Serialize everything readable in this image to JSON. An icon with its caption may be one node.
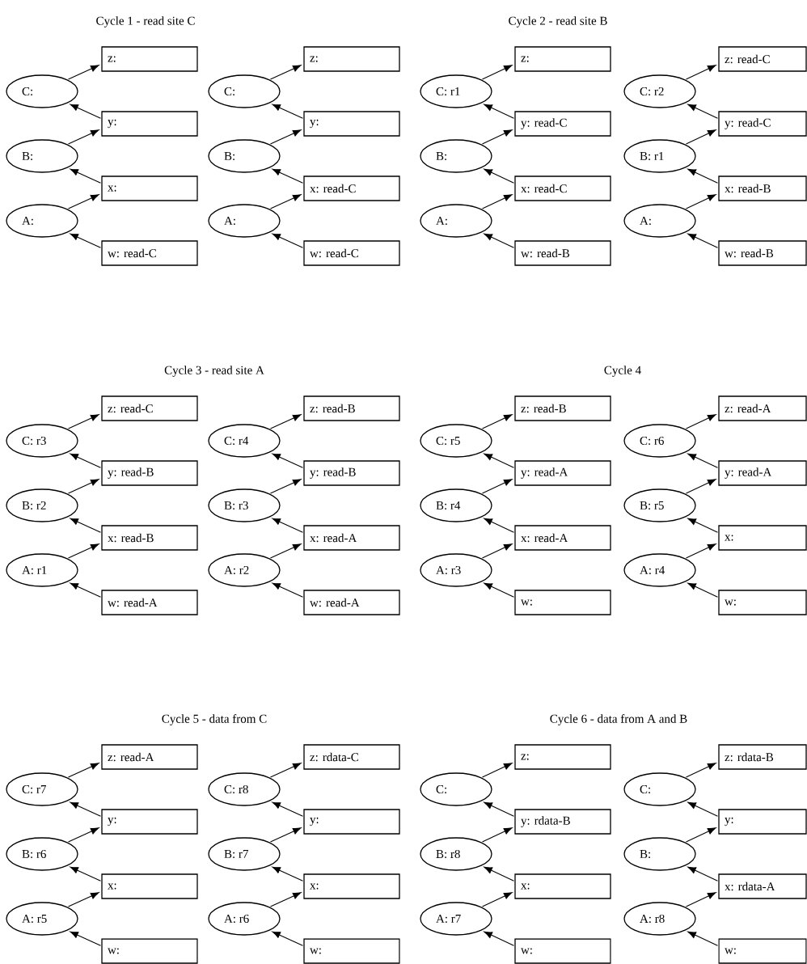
{
  "diagram": {
    "nodes": [
      {
        "text": [
          "z:"
        ]
      },
      {
        "text": [
          "C:"
        ]
      },
      {
        "text": [
          "y:"
        ]
      },
      {
        "text": [
          "B:"
        ]
      },
      {
        "text": [
          "x:"
        ]
      },
      {
        "text": [
          "A:"
        ]
      },
      {
        "text": [
          "w: read-C"
        ]
      },
      {
        "text": [
          "z:"
        ]
      },
      {
        "text": [
          "C:"
        ]
      },
      {
        "text": [
          "y:"
        ]
      },
      {
        "text": [
          "B:"
        ]
      },
      {
        "text": [
          "x: read-C"
        ]
      },
      {
        "text": [
          "A:"
        ]
      },
      {
        "text": [
          "w: read-C"
        ]
      },
      {
        "text": [
          "z:"
        ]
      },
      {
        "text": [
          "C: r1"
        ]
      },
      {
        "text": [
          "y: read-C"
        ]
      },
      {
        "text": [
          "B:"
        ]
      },
      {
        "text": [
          "x: read-C"
        ]
      },
      {
        "text": [
          "A:"
        ]
      },
      {
        "text": [
          "w: read-B"
        ]
      },
      {
        "text": [
          "z: read-C"
        ]
      },
      {
        "text": [
          "C: r2"
        ]
      },
      {
        "text": [
          "y: read-C"
        ]
      },
      {
        "text": [
          "B: r1"
        ]
      },
      {
        "text": [
          "x: read-B"
        ]
      },
      {
        "text": [
          "A:"
        ]
      },
      {
        "text": [
          "w: read-B"
        ]
      },
      {
        "text": [
          "z: read-C"
        ]
      },
      {
        "text": [
          "C: r3"
        ]
      },
      {
        "text": [
          "y: read-B"
        ]
      },
      {
        "text": [
          "B: r2"
        ]
      },
      {
        "text": [
          "x: read-B"
        ]
      },
      {
        "text": [
          "A: r1"
        ]
      },
      {
        "text": [
          "w: read-A"
        ]
      },
      {
        "text": [
          "z: read-B"
        ]
      },
      {
        "text": [
          "C: r4"
        ]
      },
      {
        "text": [
          "y: read-B"
        ]
      },
      {
        "text": [
          "B: r3"
        ]
      },
      {
        "text": [
          "x: read-A"
        ]
      },
      {
        "text": [
          "A: r2"
        ]
      },
      {
        "text": [
          "w: read-A"
        ]
      },
      {
        "text": [
          "z: read-B"
        ]
      },
      {
        "text": [
          "C: r5"
        ]
      },
      {
        "text": [
          "y: read-A"
        ]
      },
      {
        "text": [
          "B: r4"
        ]
      },
      {
        "text": [
          "x: read-A"
        ]
      },
      {
        "text": [
          "A: r3"
        ]
      },
      {
        "text": [
          "w:"
        ]
      },
      {
        "text": [
          "z: read-A"
        ]
      },
      {
        "text": [
          "C: r6"
        ]
      },
      {
        "text": [
          "y: read-A"
        ]
      },
      {
        "text": [
          "B: r5"
        ]
      },
      {
        "text": [
          "x:"
        ]
      },
      {
        "text": [
          "A: r4"
        ]
      },
      {
        "text": [
          "w:"
        ]
      },
      {
        "text": [
          "z: read-A"
        ]
      },
      {
        "text": [
          "C: r7"
        ]
      },
      {
        "text": [
          "y:"
        ]
      },
      {
        "text": [
          "B: r6"
        ]
      },
      {
        "text": [
          "x:"
        ]
      },
      {
        "text": [
          "A: r5"
        ]
      },
      {
        "text": [
          "w:"
        ]
      },
      {
        "text": [
          "z: rdata-C"
        ]
      },
      {
        "text": [
          "C: r8"
        ]
      },
      {
        "text": [
          "y:"
        ]
      },
      {
        "text": [
          "B: r7"
        ]
      },
      {
        "text": [
          "x:"
        ]
      },
      {
        "text": [
          "A: r6"
        ]
      },
      {
        "text": [
          "w:"
        ]
      },
      {
        "text": [
          "z:"
        ]
      },
      {
        "text": [
          "C:"
        ]
      },
      {
        "text": [
          "y: rdata-B"
        ]
      },
      {
        "text": [
          "B: r8"
        ]
      },
      {
        "text": [
          "x:"
        ]
      },
      {
        "text": [
          "A: r7"
        ]
      },
      {
        "text": [
          "w:"
        ]
      },
      {
        "text": [
          "z: rdata-B"
        ]
      },
      {
        "text": [
          "C:"
        ]
      },
      {
        "text": [
          "y:"
        ]
      },
      {
        "text": [
          "B:"
        ]
      },
      {
        "text": [
          "x: rdata-A"
        ]
      },
      {
        "text": [
          "A: r8"
        ]
      },
      {
        "text": [
          "w:"
        ]
      }
    ],
    "edges": [
      {
        "from": 1,
        "to": 0,
        "arrow": "to"
      },
      {
        "from": 2,
        "to": 1,
        "arrow": "to"
      },
      {
        "from": 3,
        "to": 2,
        "arrow": "to"
      },
      {
        "from": 4,
        "to": 3,
        "arrow": "to"
      },
      {
        "from": 5,
        "to": 4,
        "arrow": "to"
      },
      {
        "from": 6,
        "to": 5,
        "arrow": "to"
      },
      {
        "from": 8,
        "to": 7,
        "arrow": "to"
      },
      {
        "from": 9,
        "to": 8,
        "arrow": "to"
      },
      {
        "from": 10,
        "to": 9,
        "arrow": "to"
      },
      {
        "from": 11,
        "to": 10,
        "arrow": "to"
      },
      {
        "from": 12,
        "to": 11,
        "arrow": "to"
      },
      {
        "from": 13,
        "to": 12,
        "arrow": "to"
      },
      {
        "from": 15,
        "to": 14,
        "arrow": "to"
      },
      {
        "from": 16,
        "to": 15,
        "arrow": "to"
      },
      {
        "from": 17,
        "to": 16,
        "arrow": "to"
      },
      {
        "from": 18,
        "to": 17,
        "arrow": "to"
      },
      {
        "from": 19,
        "to": 18,
        "arrow": "to"
      },
      {
        "from": 20,
        "to": 19,
        "arrow": "to"
      },
      {
        "from": 22,
        "to": 21,
        "arrow": "to"
      },
      {
        "from": 23,
        "to": 22,
        "arrow": "to"
      },
      {
        "from": 24,
        "to": 23,
        "arrow": "to"
      },
      {
        "from": 25,
        "to": 24,
        "arrow": "to"
      },
      {
        "from": 26,
        "to": 25,
        "arrow": "to"
      },
      {
        "from": 27,
        "to": 26,
        "arrow": "to"
      },
      {
        "from": 29,
        "to": 28,
        "arrow": "to"
      },
      {
        "from": 30,
        "to": 29,
        "arrow": "to"
      },
      {
        "from": 31,
        "to": 30,
        "arrow": "to"
      },
      {
        "from": 32,
        "to": 31,
        "arrow": "to"
      },
      {
        "from": 33,
        "to": 32,
        "arrow": "to"
      },
      {
        "from": 34,
        "to": 33,
        "arrow": "to"
      },
      {
        "from": 36,
        "to": 35,
        "arrow": "to"
      },
      {
        "from": 37,
        "to": 36,
        "arrow": "to"
      },
      {
        "from": 38,
        "to": 37,
        "arrow": "to"
      },
      {
        "from": 39,
        "to": 38,
        "arrow": "to"
      },
      {
        "from": 40,
        "to": 39,
        "arrow": "to"
      },
      {
        "from": 41,
        "to": 40,
        "arrow": "to"
      },
      {
        "from": 43,
        "to": 42,
        "arrow": "to"
      },
      {
        "from": 44,
        "to": 43,
        "arrow": "to"
      },
      {
        "from": 45,
        "to": 44,
        "arrow": "to"
      },
      {
        "from": 46,
        "to": 45,
        "arrow": "to"
      },
      {
        "from": 47,
        "to": 46,
        "arrow": "to"
      },
      {
        "from": 48,
        "to": 47,
        "arrow": "to"
      },
      {
        "from": 50,
        "to": 49,
        "arrow": "to"
      },
      {
        "from": 51,
        "to": 50,
        "arrow": "to"
      },
      {
        "from": 52,
        "to": 51,
        "arrow": "to"
      },
      {
        "from": 53,
        "to": 52,
        "arrow": "to"
      },
      {
        "from": 54,
        "to": 53,
        "arrow": "to"
      },
      {
        "from": 55,
        "to": 54,
        "arrow": "to"
      },
      {
        "from": 57,
        "to": 56,
        "arrow": "to"
      },
      {
        "from": 58,
        "to": 57,
        "arrow": "to"
      },
      {
        "from": 59,
        "to": 58,
        "arrow": "to"
      },
      {
        "from": 60,
        "to": 59,
        "arrow": "to"
      },
      {
        "from": 61,
        "to": 60,
        "arrow": "to"
      },
      {
        "from": 62,
        "to": 61,
        "arrow": "to"
      },
      {
        "from": 64,
        "to": 63,
        "arrow": "to"
      },
      {
        "from": 65,
        "to": 64,
        "arrow": "to"
      },
      {
        "from": 66,
        "to": 65,
        "arrow": "to"
      },
      {
        "from": 67,
        "to": 66,
        "arrow": "to"
      },
      {
        "from": 68,
        "to": 67,
        "arrow": "to"
      },
      {
        "from": 69,
        "to": 68,
        "arrow": "to"
      },
      {
        "from": 71,
        "to": 70,
        "arrow": "to"
      },
      {
        "from": 72,
        "to": 71,
        "arrow": "to"
      },
      {
        "from": 73,
        "to": 72,
        "arrow": "to"
      },
      {
        "from": 74,
        "to": 73,
        "arrow": "to"
      },
      {
        "from": 75,
        "to": 74,
        "arrow": "to"
      },
      {
        "from": 76,
        "to": 75,
        "arrow": "to"
      },
      {
        "from": 78,
        "to": 77,
        "arrow": "to"
      },
      {
        "from": 79,
        "to": 78,
        "arrow": "to"
      },
      {
        "from": 80,
        "to": 79,
        "arrow": "to"
      },
      {
        "from": 81,
        "to": 80,
        "arrow": "to"
      },
      {
        "from": 82,
        "to": 81,
        "arrow": "to"
      },
      {
        "from": 83,
        "to": 82,
        "arrow": "to"
      }
    ],
    "labels": [
      "Cycle 1 - read site C",
      "Cycle 2 - read site B",
      "Cycle 3 - read site A",
      "Cycle 4",
      "Cycle 5 - data from C",
      "Cycle 6 - data from A and B"
    ]
  }
}
